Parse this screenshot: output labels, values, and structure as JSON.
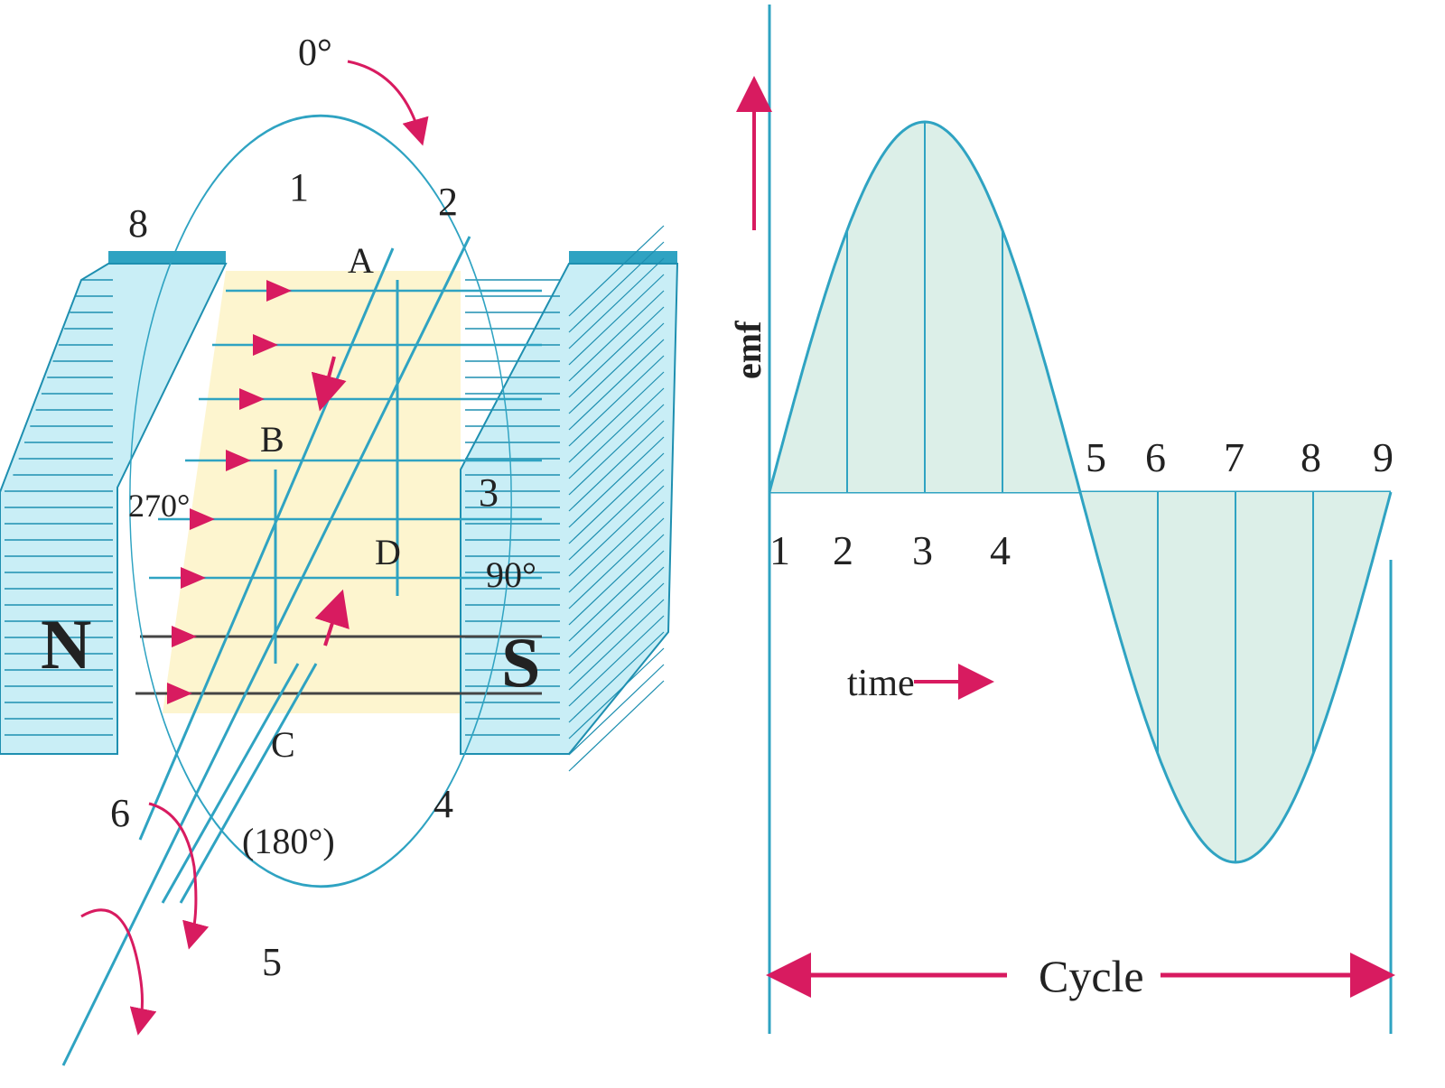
{
  "colors": {
    "line": "#2fa3c2",
    "arrow": "#d81b60",
    "pole_face": "#c9eef6",
    "pole_edge": "#1e8fb0",
    "field_fill": "#fdf5cf",
    "wave_fill": "#dcefe8",
    "text": "#222222",
    "background": "#ffffff"
  },
  "generator": {
    "angles": {
      "top": "0°",
      "right": "90°",
      "bottom": "(180°)",
      "left": "270°"
    },
    "positions": [
      "1",
      "2",
      "3",
      "4",
      "5",
      "6",
      "8"
    ],
    "conductors": {
      "a": "A",
      "b": "B",
      "c": "C",
      "d": "D"
    },
    "poles": {
      "north": "N",
      "south": "S"
    }
  },
  "waveform": {
    "axis_label": "emf",
    "time_label": "time",
    "cycle_label": "Cycle",
    "positive_points": [
      "1",
      "2",
      "3",
      "4"
    ],
    "negative_points": [
      "5",
      "6",
      "7",
      "8",
      "9"
    ]
  }
}
